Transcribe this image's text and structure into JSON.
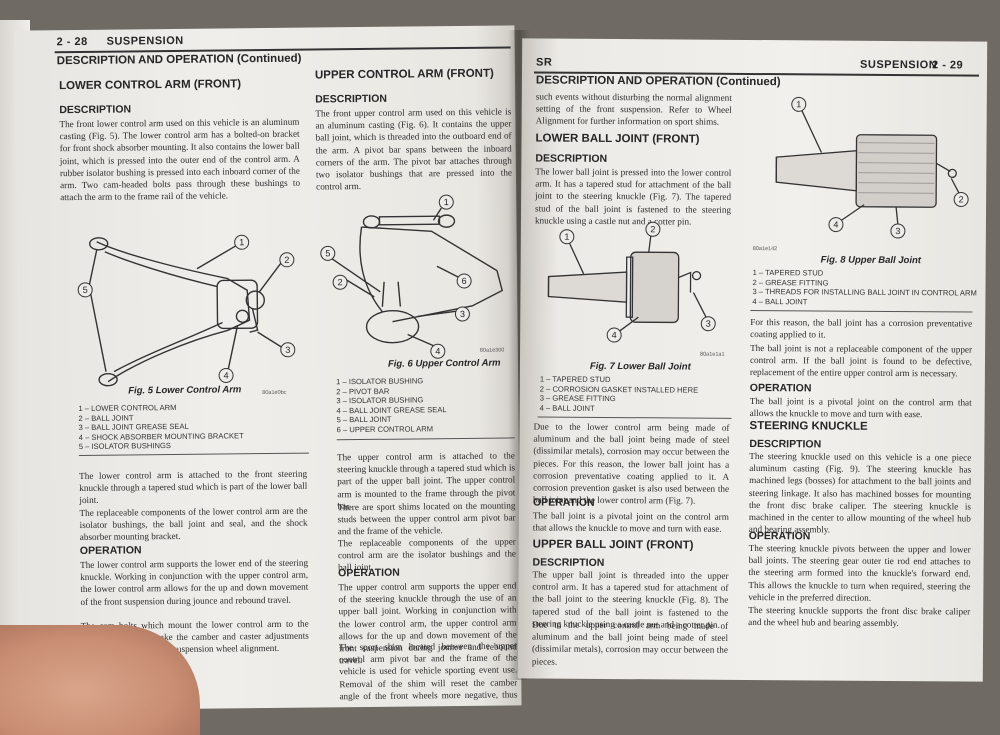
{
  "left_page": {
    "header": {
      "page_number": "2 - 28",
      "section": "SUSPENSION"
    },
    "continued_title": "DESCRIPTION AND OPERATION (Continued)",
    "lower_arm": {
      "title": "LOWER CONTROL ARM (FRONT)",
      "description_heading": "DESCRIPTION",
      "description_text": "The front lower control arm used on this vehicle is an aluminum casting (Fig. 5). The lower control arm has a bolted-on bracket for front shock absorber mounting. It also contains the lower ball joint, which is pressed into the outer end of the control arm. A rubber isolator bushing is pressed into each inboard corner of the arm. Two cam-headed bolts pass through these bushings to attach the arm to the frame rail of the vehicle.",
      "figure_caption": "Fig. 5 Lower Control Arm",
      "figure_code": "80a1e0bc",
      "legend": [
        "1 – LOWER CONTROL ARM",
        "2 – BALL JOINT",
        "3 – BALL JOINT GREASE SEAL",
        "4 – SHOCK ABSORBER MOUNTING BRACKET",
        "5 – ISOLATOR BUSHINGS"
      ],
      "para2": "The lower control arm is attached to the front steering knuckle through a tapered stud which is part of the lower ball joint.",
      "para3": "The replaceable components of the lower control arm are the isolator bushings, the ball joint and seal, and the shock absorber mounting bracket.",
      "operation_heading": "OPERATION",
      "operation_text": "The lower control arm supports the lower end of the steering knuckle. Working in conjunction with the upper control arm, the lower control arm allows for the up and down movement of the front suspension during jounce and rebound travel.",
      "operation_text2": "The cam bolts which mount the lower control arm to the frame are used to make the camber and caster adjustments when performing a front suspension wheel alignment."
    },
    "upper_arm": {
      "title": "UPPER CONTROL ARM (FRONT)",
      "description_heading": "DESCRIPTION",
      "description_text": "The front upper control arm used on this vehicle is an aluminum casting (Fig. 6). It contains the upper ball joint, which is threaded into the outboard end of the arm. A pivot bar spans between the inboard corners of the arm. The pivot bar attaches through two isolator bushings that are pressed into the control arm.",
      "figure_caption": "Fig. 6 Upper Control Arm",
      "figure_code": "80a1e300",
      "legend": [
        "1 – ISOLATOR BUSHING",
        "2 – PIVOT BAR",
        "3 – ISOLATOR BUSHING",
        "4 – BALL JOINT GREASE SEAL",
        "5 – BALL JOINT",
        "6 – UPPER CONTROL ARM"
      ],
      "para2": "The upper control arm is attached to the steering knuckle through a tapered stud which is part of the upper ball joint. The upper control arm is mounted to the frame through the pivot bar.",
      "para3": "There are sport shims located on the mounting studs between the upper control arm pivot bar and the frame of the vehicle.",
      "para4": "The replaceable components of the upper control arm are the isolator bushings and the ball joint.",
      "operation_heading": "OPERATION",
      "operation_text": "The upper control arm supports the upper end of the steering knuckle through the use of an upper ball joint. Working in conjunction with the lower control arm, the upper control arm allows for the up and down movement of the front suspension during jounce and rebound travel.",
      "operation_text2": "The sport shim located between the upper control arm pivot bar and the frame of the vehicle is used for vehicle sporting event use. Removal of the shim will reset the camber angle of the front wheels more negative, thus improving vehicle handling"
    }
  },
  "right_page": {
    "header": {
      "code": "SR",
      "section": "SUSPENSION",
      "page_number": "2 - 29"
    },
    "continued_title": "DESCRIPTION AND OPERATION (Continued)",
    "intro_text": "such events without disturbing the normal alignment setting of the front suspension. Refer to Wheel Alignment for further information on sport shims.",
    "lower_ball_joint": {
      "title": "LOWER BALL JOINT (FRONT)",
      "description_heading": "DESCRIPTION",
      "description_text": "The lower ball joint is pressed into the lower control arm. It has a tapered stud for attachment of the ball joint to the steering knuckle (Fig. 7). The tapered stud of the ball joint is fastened to the steering knuckle using a castle nut and a cotter pin.",
      "figure_caption": "Fig. 7 Lower Ball Joint",
      "figure_code": "80a1e1a1",
      "legend": [
        "1 – TAPERED STUD",
        "2 – CORROSION GASKET INSTALLED HERE",
        "3 – GREASE FITTING",
        "4 – BALL JOINT"
      ],
      "para2": "Due to the lower control arm being made of aluminum and the ball joint being made of steel (dissimilar metals), corrosion may occur between the pieces. For this reason, the lower ball joint has a corrosion preventative coating applied to it. A corrosion prevention gasket is also used between the ball joint and the lower control arm (Fig. 7).",
      "operation_heading": "OPERATION",
      "operation_text": "The ball joint is a pivotal joint on the control arm that allows the knuckle to move and turn with ease."
    },
    "upper_ball_joint": {
      "title": "UPPER BALL JOINT (FRONT)",
      "description_heading": "DESCRIPTION",
      "description_text": "The upper ball joint is threaded into the upper control arm. It has a tapered stud for attachment of the ball joint to the steering knuckle (Fig. 8). The tapered stud of the ball joint is fastened to the steering knuckle using a castle nut and a cotter pin.",
      "description_text2": "Due to the upper control arm being made of aluminum and the ball joint being made of steel (dissimilar metals), corrosion may occur between the pieces.",
      "figure_caption": "Fig. 8 Upper Ball Joint",
      "figure_code": "80a1e142",
      "legend": [
        "1 – TAPERED STUD",
        "2 – GREASE FITTING",
        "3 – THREADS FOR INSTALLING BALL JOINT IN CONTROL ARM",
        "4 – BALL JOINT"
      ],
      "para2": "For this reason, the ball joint has a corrosion preventative coating applied to it.",
      "para3": "The ball joint is not a replaceable component of the upper control arm. If the ball joint is found to be defective, replacement of the entire upper control arm is necessary.",
      "operation_heading": "OPERATION",
      "operation_text": "The ball joint is a pivotal joint on the control arm that allows the knuckle to move and turn with ease."
    },
    "steering_knuckle": {
      "title": "STEERING KNUCKLE",
      "description_heading": "DESCRIPTION",
      "description_text": "The steering knuckle used on this vehicle is a one piece aluminum casting (Fig. 9). The steering knuckle has machined legs (bosses) for attachment to the ball joints and steering linkage. It also has machined bosses for mounting the front disc brake caliper. The steering knuckle is machined in the center to allow mounting of the wheel hub and bearing assembly.",
      "operation_heading": "OPERATION",
      "operation_text": "The steering knuckle pivots between the upper and lower ball joints. The steering gear outer tie rod end attaches to the steering arm formed into the knuckle's forward end. This allows the knuckle to turn when required, steering the vehicle in the preferred direction.",
      "operation_text2": "The steering knuckle supports the front disc brake caliper and the wheel hub and bearing assembly."
    }
  },
  "colors": {
    "paper": "#eeece8",
    "ink": "#262626",
    "background": "#6f6a63"
  }
}
